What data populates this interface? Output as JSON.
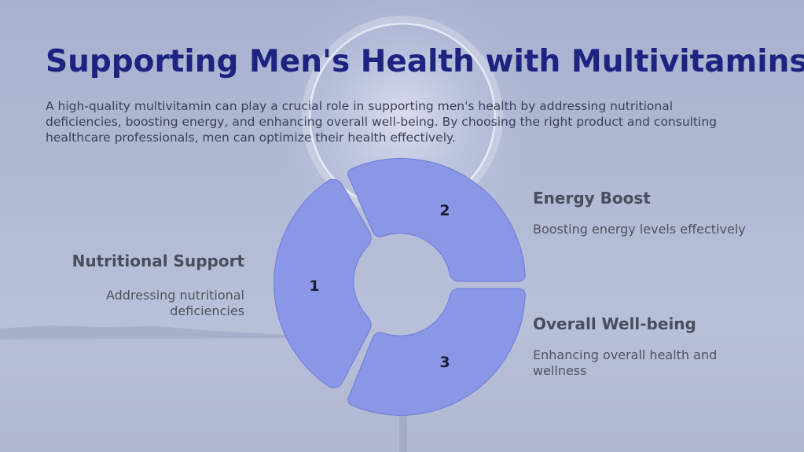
{
  "title": "Supporting Men's Health with Multivitamins",
  "intro": "A high-quality multivitamin can play a crucial role in supporting men's health by addressing nutritional deficiencies, boosting energy, and enhancing overall well-being. By choosing the right product and consulting healthcare professionals, men can optimize their health effectively.",
  "segments": [
    {
      "number": "1",
      "title": "Nutritional Support",
      "description": "Addressing nutritional deficiencies"
    },
    {
      "number": "2",
      "title": "Energy Boost",
      "description": "Boosting energy levels effectively"
    },
    {
      "number": "3",
      "title": "Overall Well-being",
      "description": "Enhancing overall health and wellness"
    }
  ],
  "colors": {
    "title": "#1c2380",
    "segment_fill": "#8a97e6",
    "segment_stroke": "#6f7cd6"
  }
}
